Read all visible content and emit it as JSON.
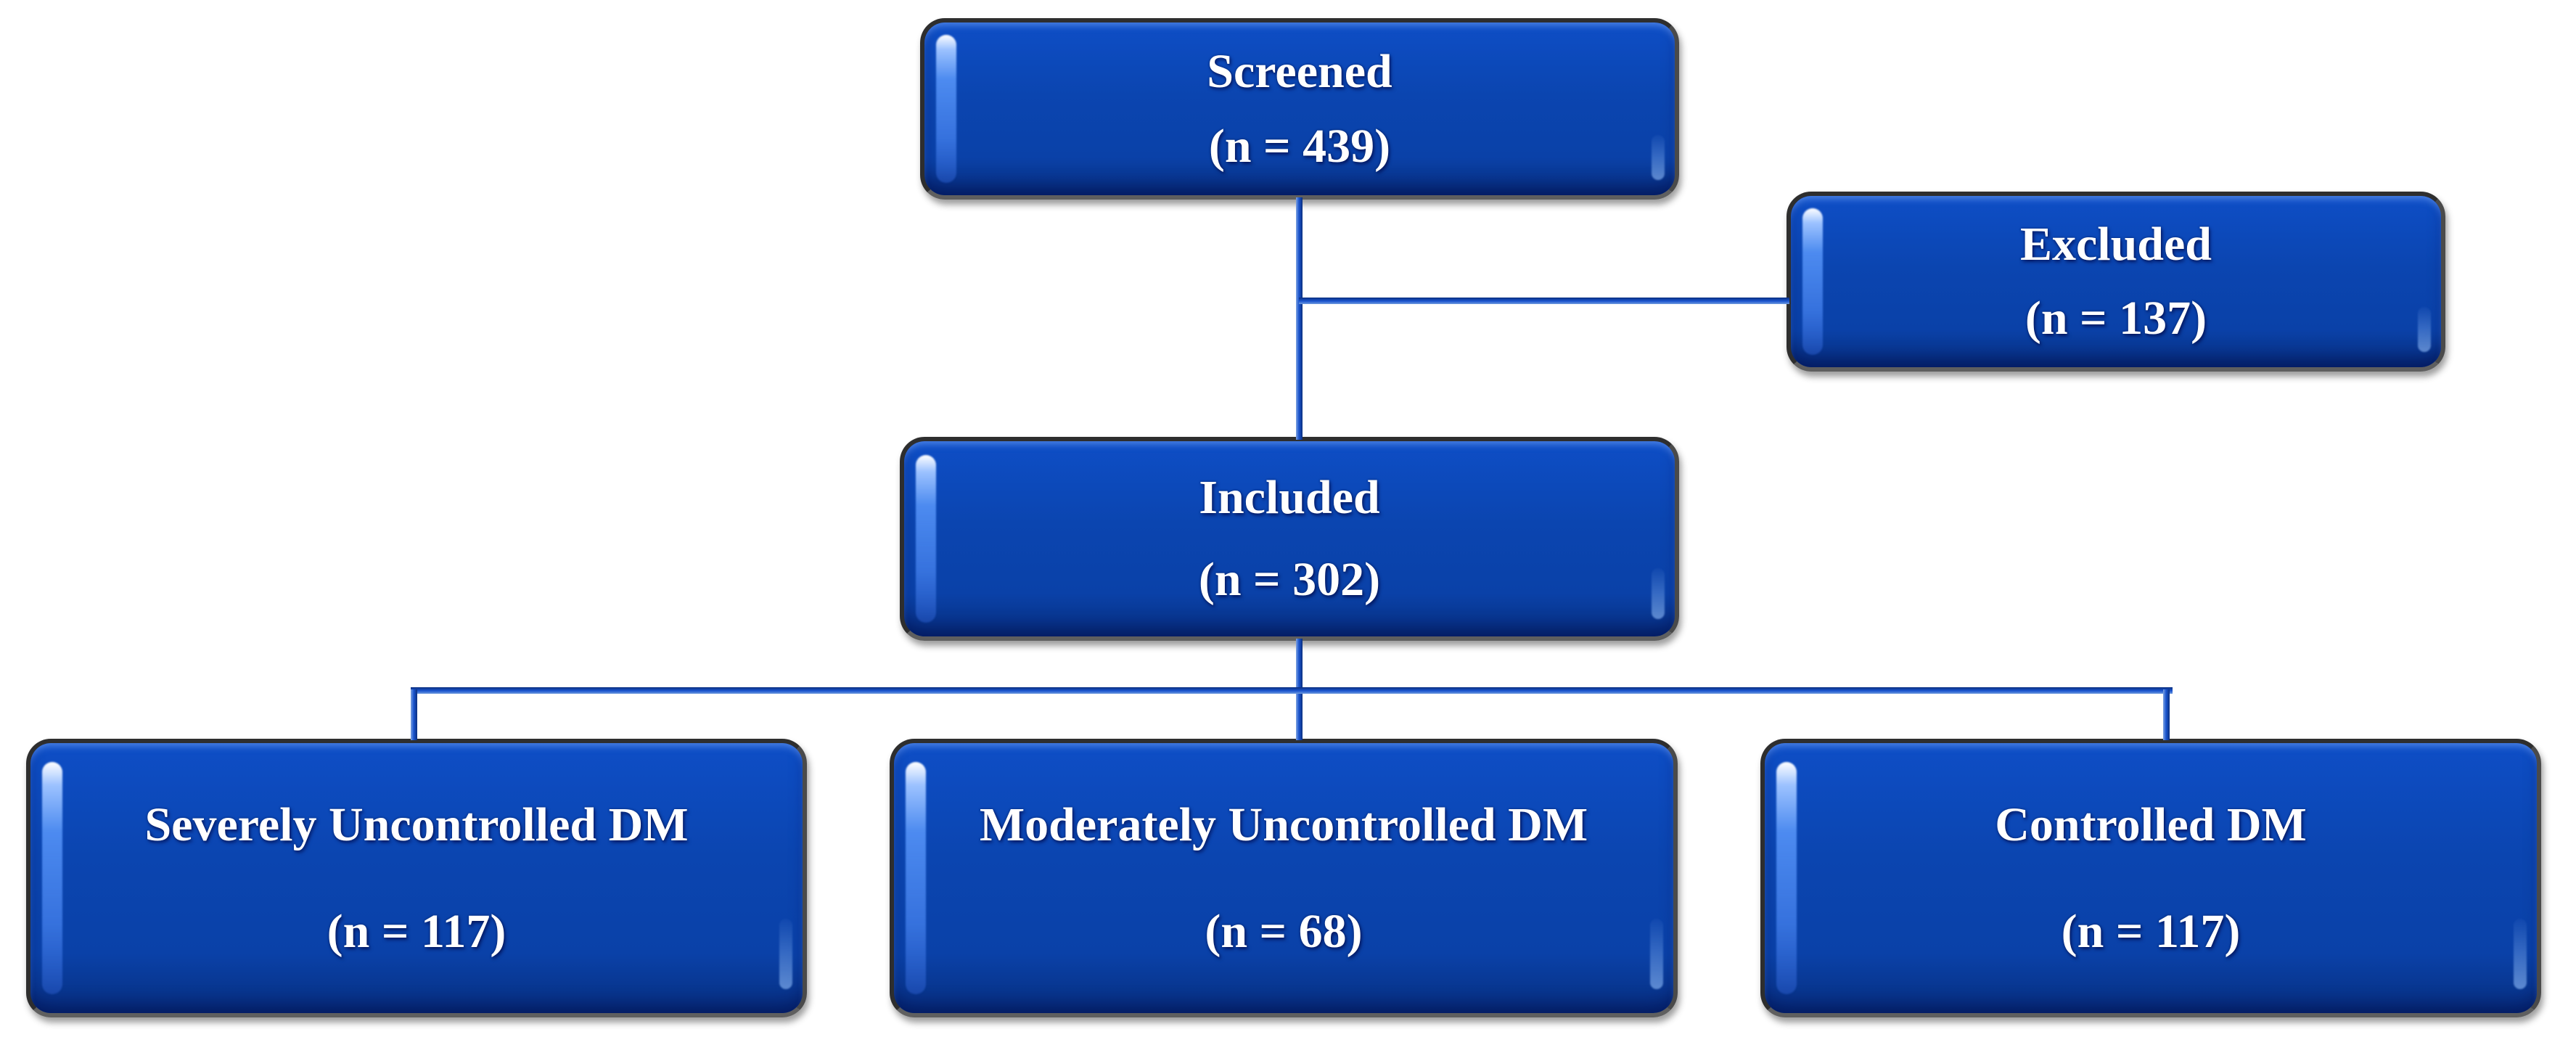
{
  "diagram": {
    "type": "flowchart",
    "background": "#ffffff",
    "colors": {
      "box_fill": "#0b45b0",
      "box_fill_light": "#0e4ec6",
      "box_fill_dark": "#072f80",
      "box_border": "#2e2e2e",
      "box_highlight": "#4d8bf0",
      "connector": "#1b55d0",
      "connector_dark": "#0a2f7f",
      "text": "#ffffff"
    },
    "nodes": [
      {
        "id": "screened",
        "label": "Screened",
        "count_label": "(n = 439)"
      },
      {
        "id": "excluded",
        "label": "Excluded",
        "count_label": "(n = 137)"
      },
      {
        "id": "included",
        "label": "Included",
        "count_label": "(n = 302)"
      },
      {
        "id": "severely",
        "label": "Severely Uncontrolled DM",
        "count_label": "(n = 117)"
      },
      {
        "id": "moderately",
        "label": "Moderately Uncontrolled DM",
        "count_label": "(n = 68)"
      },
      {
        "id": "controlled",
        "label": "Controlled DM",
        "count_label": "(n = 117)"
      }
    ],
    "edges": [
      {
        "from": "screened",
        "to": "included"
      },
      {
        "from": "screened",
        "to": "excluded"
      },
      {
        "from": "included",
        "to": "severely"
      },
      {
        "from": "included",
        "to": "moderately"
      },
      {
        "from": "included",
        "to": "controlled"
      }
    ]
  }
}
